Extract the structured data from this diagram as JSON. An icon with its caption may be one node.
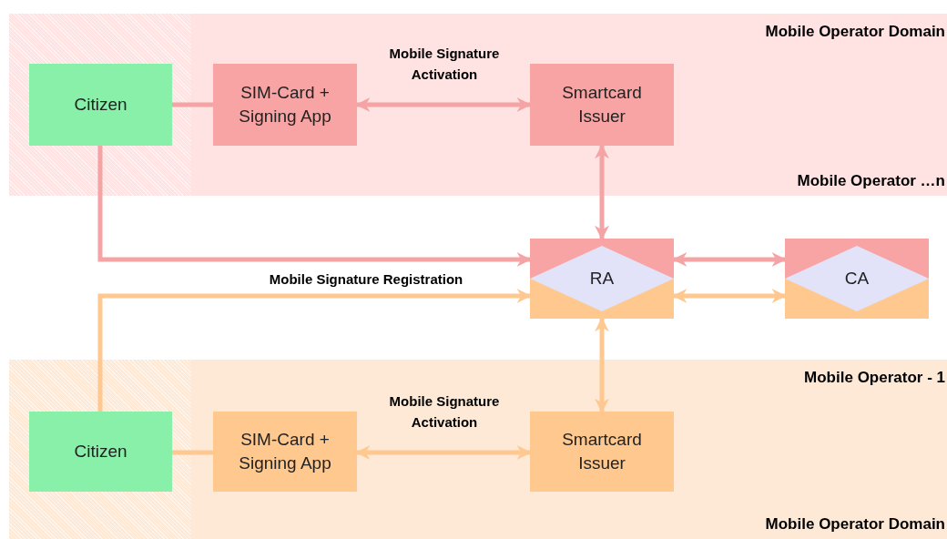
{
  "diagram": {
    "nodes": [
      {
        "text": [
          "Mobile Operator Domain",
          "Mobile Operator …n"
        ]
      },
      {
        "text": [
          "Citizen"
        ],
        "in": 0
      },
      {
        "text": [
          "SIM-Card + Signing App"
        ],
        "in": 0
      },
      {
        "text": [
          "Smartcard Issuer"
        ],
        "in": 0
      },
      {
        "text": [
          "RA"
        ]
      },
      {
        "text": [
          "CA"
        ]
      },
      {
        "text": [
          "Mobile Operator - 1",
          "Mobile Operator Domain"
        ]
      },
      {
        "text": [
          "Citizen"
        ],
        "in": 6
      },
      {
        "text": [
          "SIM-Card + Signing App"
        ],
        "in": 6
      },
      {
        "text": [
          "Smartcard Issuer"
        ],
        "in": 6
      }
    ],
    "edges": [
      {
        "from": 1,
        "to": 2,
        "arrow": "none",
        "color": "#f4a4a4"
      },
      {
        "from": 2,
        "to": 3,
        "arrow": "both",
        "label": "Mobile Signature Activation",
        "color": "#f4a4a4"
      },
      {
        "from": 3,
        "to": 4,
        "arrow": "both",
        "color": "#f4a4a4"
      },
      {
        "from": 1,
        "to": 4,
        "arrow": "to",
        "color": "#f4a4a4"
      },
      {
        "from": 4,
        "to": 5,
        "arrow": "both",
        "color": "#f4a4a4"
      },
      {
        "from": 7,
        "to": 4,
        "arrow": "to",
        "label": "Mobile Signature Registration",
        "color": "#ffc890"
      },
      {
        "from": 4,
        "to": 5,
        "arrow": "both",
        "color": "#ffc890"
      },
      {
        "from": 4,
        "to": 9,
        "arrow": "both",
        "color": "#ffc890"
      },
      {
        "from": 7,
        "to": 8,
        "arrow": "none",
        "color": "#ffc890"
      },
      {
        "from": 8,
        "to": 9,
        "arrow": "both",
        "label": "Mobile Signature Activation",
        "color": "#ffc890"
      }
    ]
  }
}
